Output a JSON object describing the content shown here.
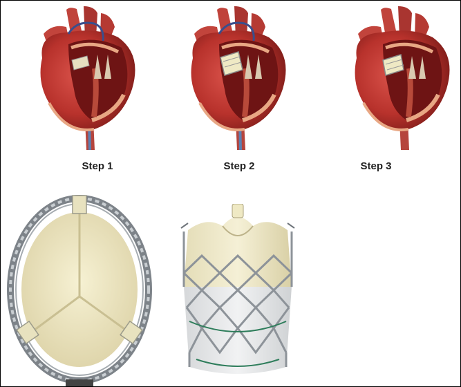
{
  "steps": [
    {
      "label": "Step 1"
    },
    {
      "label": "Step 2"
    },
    {
      "label": "Step 3"
    }
  ],
  "colors": {
    "heart_outer": "#b8322c",
    "heart_dark": "#6e1414",
    "heart_inner": "#8a1e1e",
    "muscle": "#e8a784",
    "valve_tissue": "#efe9c4",
    "stent": "#9aa0a6",
    "suture_green": "#2e7d5b"
  }
}
